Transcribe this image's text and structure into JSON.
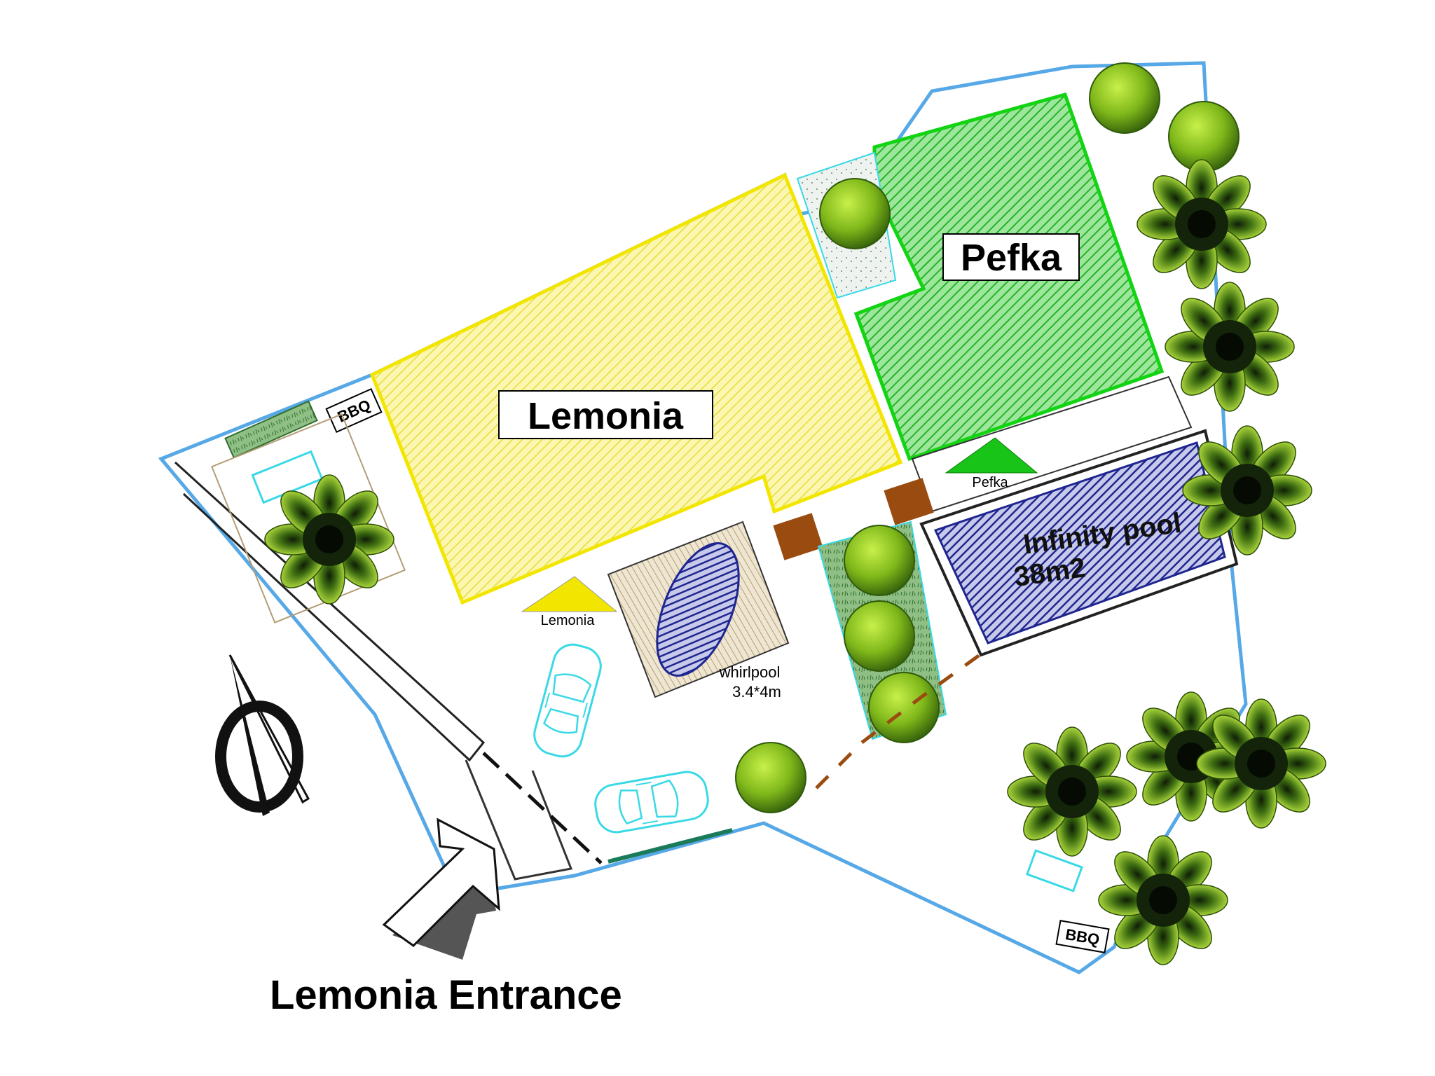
{
  "buildings": {
    "lemonia": {
      "label": "Lemonia"
    },
    "pefka": {
      "label": "Pefka"
    }
  },
  "markers": {
    "lemonia": {
      "label": "Lemonia",
      "color": "#f2e600"
    },
    "pefka": {
      "label": "Pefka",
      "color": "#19c419"
    }
  },
  "pool": {
    "label_line1": "Infinity pool",
    "label_line2": "38m2"
  },
  "whirlpool": {
    "label_line1": "whirlpool",
    "label_line2": "3.4*4m"
  },
  "bbq": {
    "left": "BBQ",
    "right": "BBQ"
  },
  "entrance": {
    "label": "Lemonia Entrance"
  },
  "colors": {
    "lemonia_fill": "#f6f08a",
    "lemonia_border": "#f2e600",
    "pefka_fill": "#6fd96f",
    "pefka_border": "#13d413",
    "pool_fill": "#2b2f9e",
    "boundary": "#56a8e6",
    "car_outline": "#39d9e6",
    "deck_fill": "#c8b89a",
    "brown_block": "#9a4b10"
  }
}
